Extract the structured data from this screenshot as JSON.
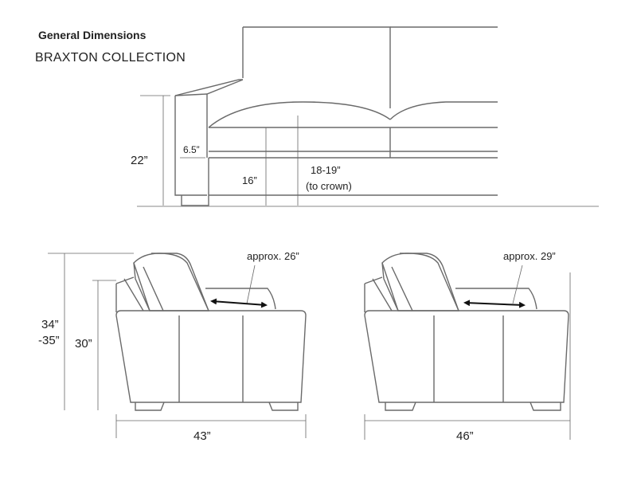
{
  "header": {
    "title": "General Dimensions",
    "collection": "BRAXTON COLLECTION"
  },
  "side_view": {
    "overall_height": "22”",
    "arm_width": "6.5”",
    "seat_height": "16”",
    "crown_height_line1": "18-19”",
    "crown_height_line2": "(to crown)"
  },
  "left_view": {
    "overall_height_line1": "34”",
    "overall_height_line2": "-35”",
    "arm_height": "30”",
    "seat_depth": "approx. 26”",
    "overall_depth": "43”"
  },
  "right_view": {
    "seat_depth": "approx. 29”",
    "overall_depth": "46”"
  }
}
